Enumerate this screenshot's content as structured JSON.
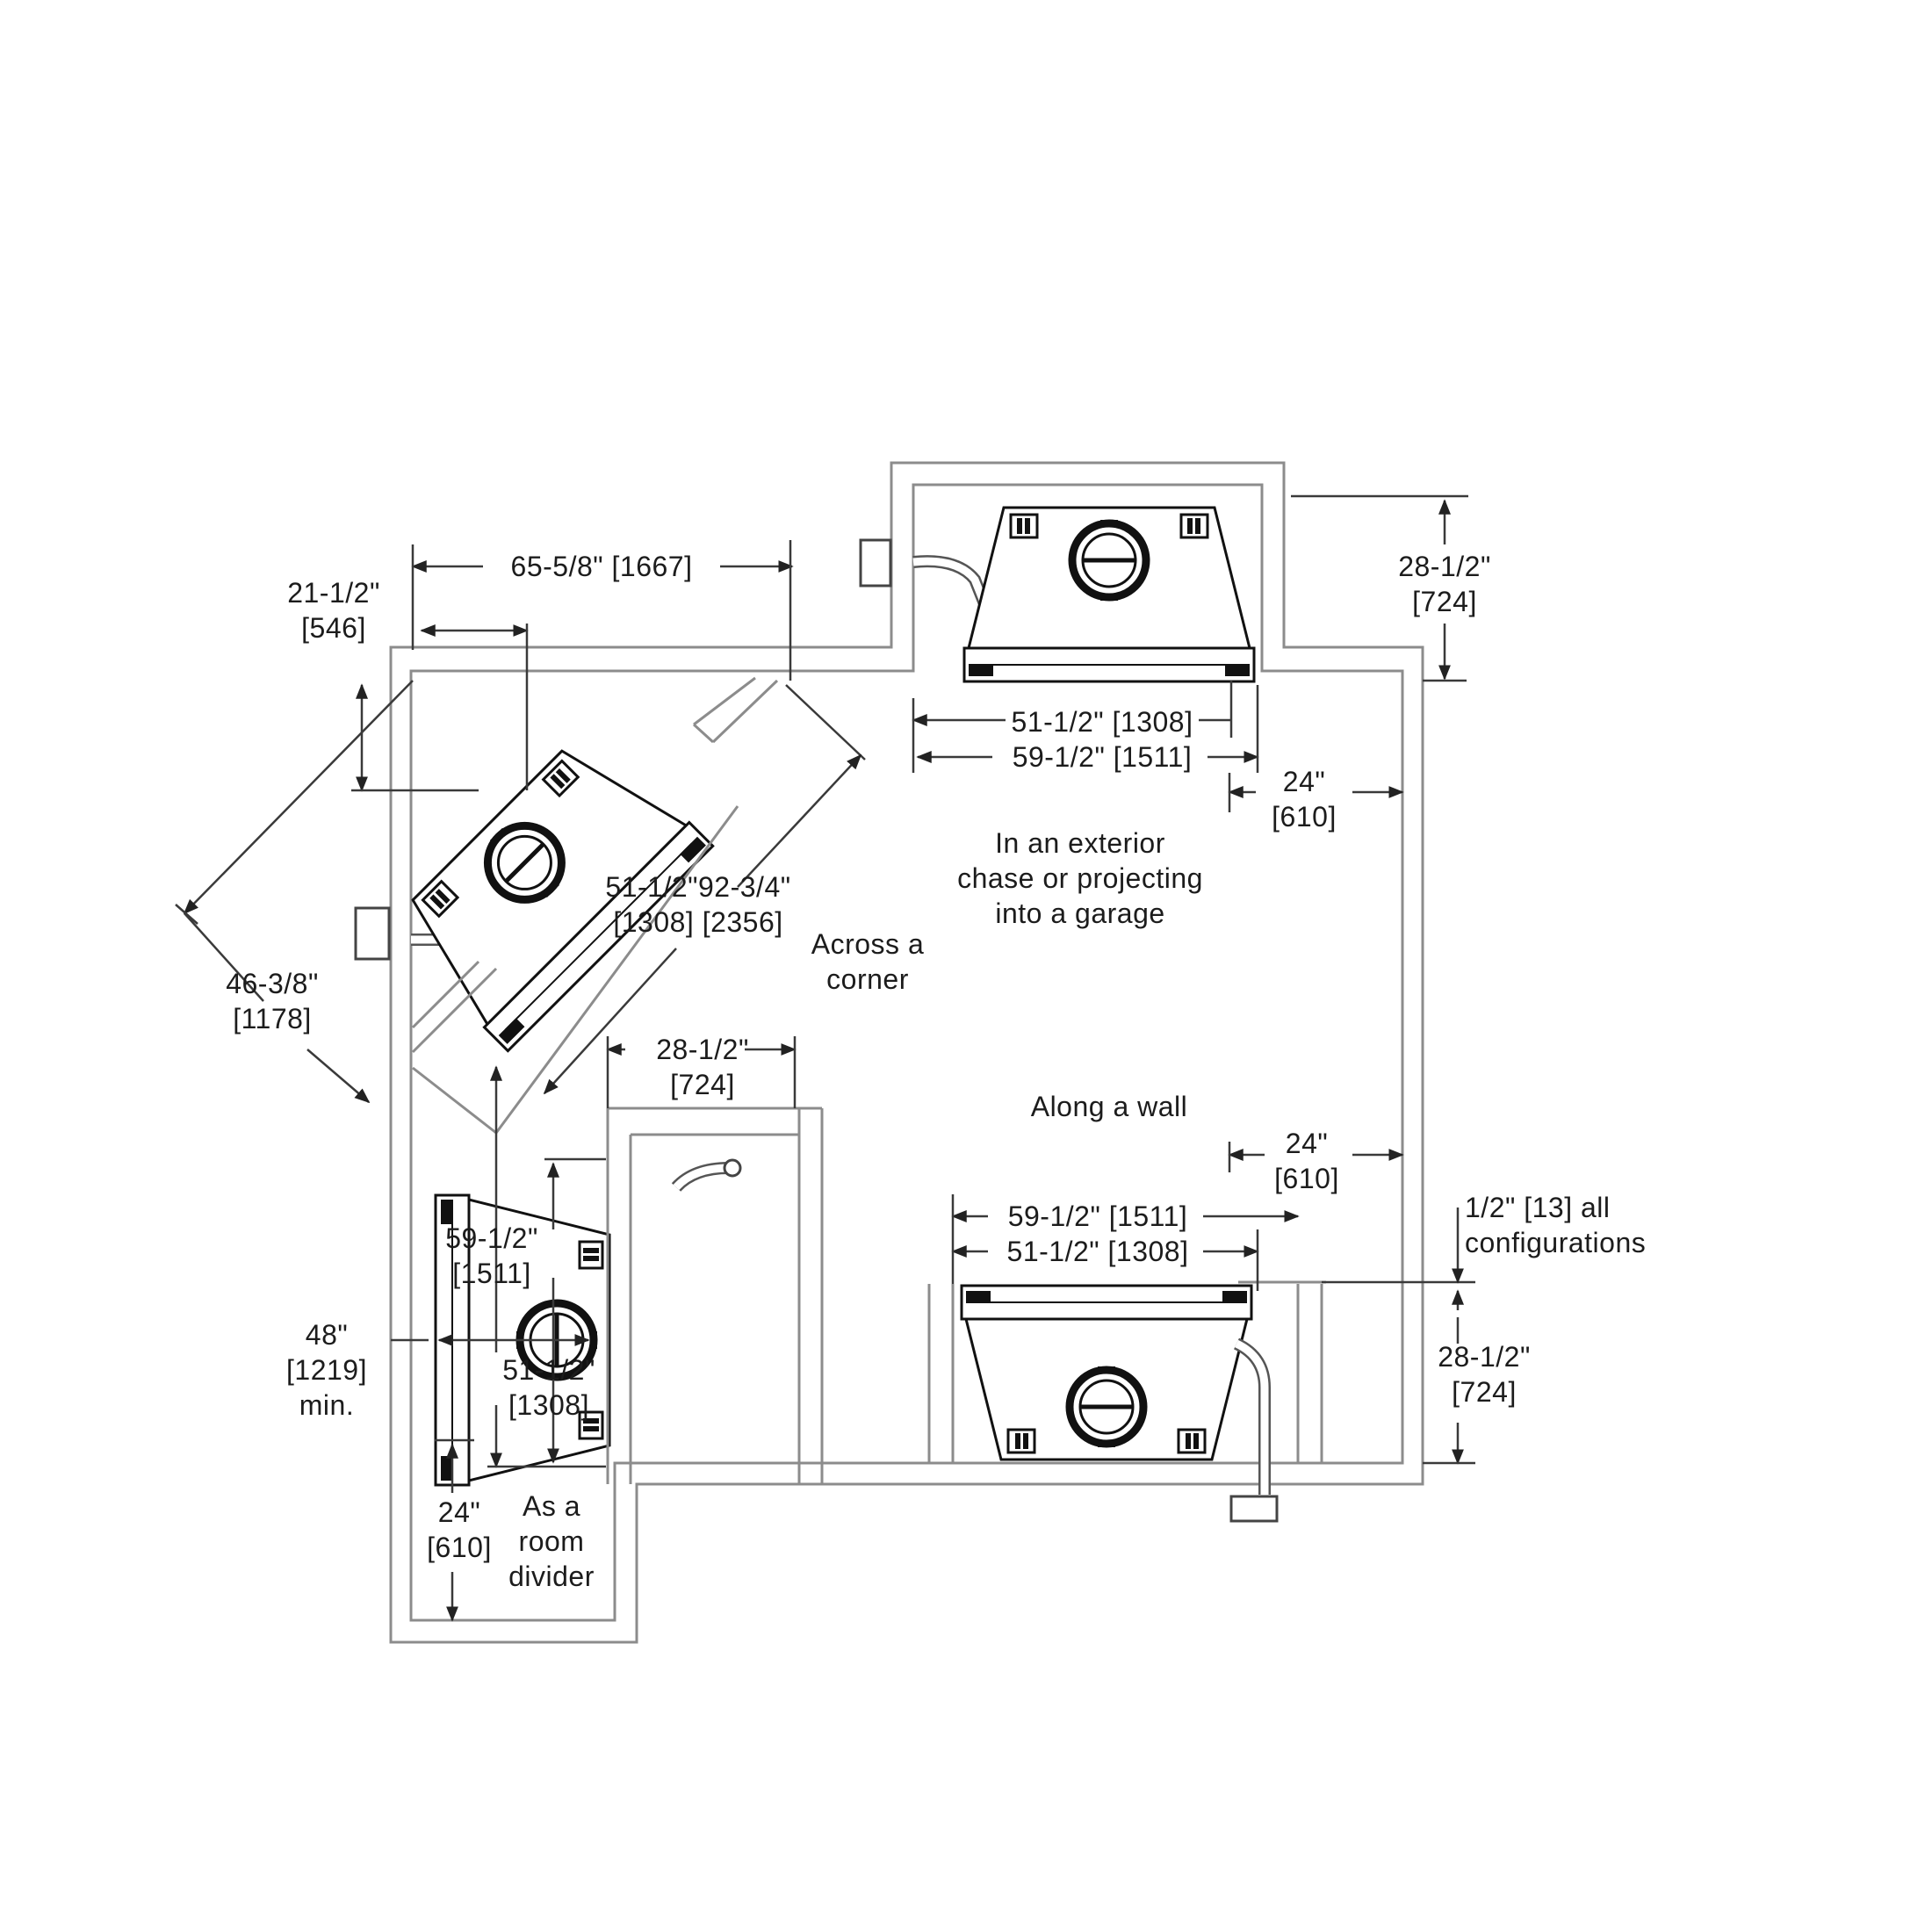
{
  "colors": {
    "ink": "#2a2a2a",
    "wall": "#8c8c8c",
    "detail": "#111111"
  },
  "labels": {
    "top_width": "65-5/8\" [1667]",
    "depth_in": "21-1/2\"",
    "depth_mm": "[546]",
    "corner_depth_in": "46-3/8\"",
    "corner_depth_mm": "[1178]",
    "corner_mid_a": "51-1/2\"",
    "corner_mid_b": "92-3/4\"",
    "corner_mid_mm": "[1308] [2356]",
    "across_corner_1": "Across a",
    "across_corner_2": "corner",
    "chase_depth_in": "28-1/2\"",
    "chase_depth_mm": "[724]",
    "chase_w1": "51-1/2\" [1308]",
    "chase_w2": "59-1/2\" [1511]",
    "chase_clear_in": "24\"",
    "chase_clear_mm": "[610]",
    "chase_desc_1": "In an exterior",
    "chase_desc_2": "chase or projecting",
    "chase_desc_3": "into a garage",
    "divider_depth_in": "28-1/2\"",
    "divider_depth_mm": "[724]",
    "along_wall": "Along a wall",
    "wall_clear_in": "24\"",
    "wall_clear_mm": "[610]",
    "wall_w1": "59-1/2\" [1511]",
    "wall_w2": "51-1/2\" [1308]",
    "all_config_1": "1/2\" [13] all",
    "all_config_2": "configurations",
    "wall_depth_in": "28-1/2\"",
    "wall_depth_mm": "[724]",
    "divider_w1_in": "59-1/2\"",
    "divider_w1_mm": "[1511]",
    "divider_min_in": "48\"",
    "divider_min_mm": "[1219]",
    "divider_min_txt": "min.",
    "divider_w2_in": "51-1/2\"",
    "divider_w2_mm": "[1308]",
    "divider_clear_in": "24\"",
    "divider_clear_mm": "[610]",
    "room_divider_1": "As a",
    "room_divider_2": "room",
    "room_divider_3": "divider"
  }
}
